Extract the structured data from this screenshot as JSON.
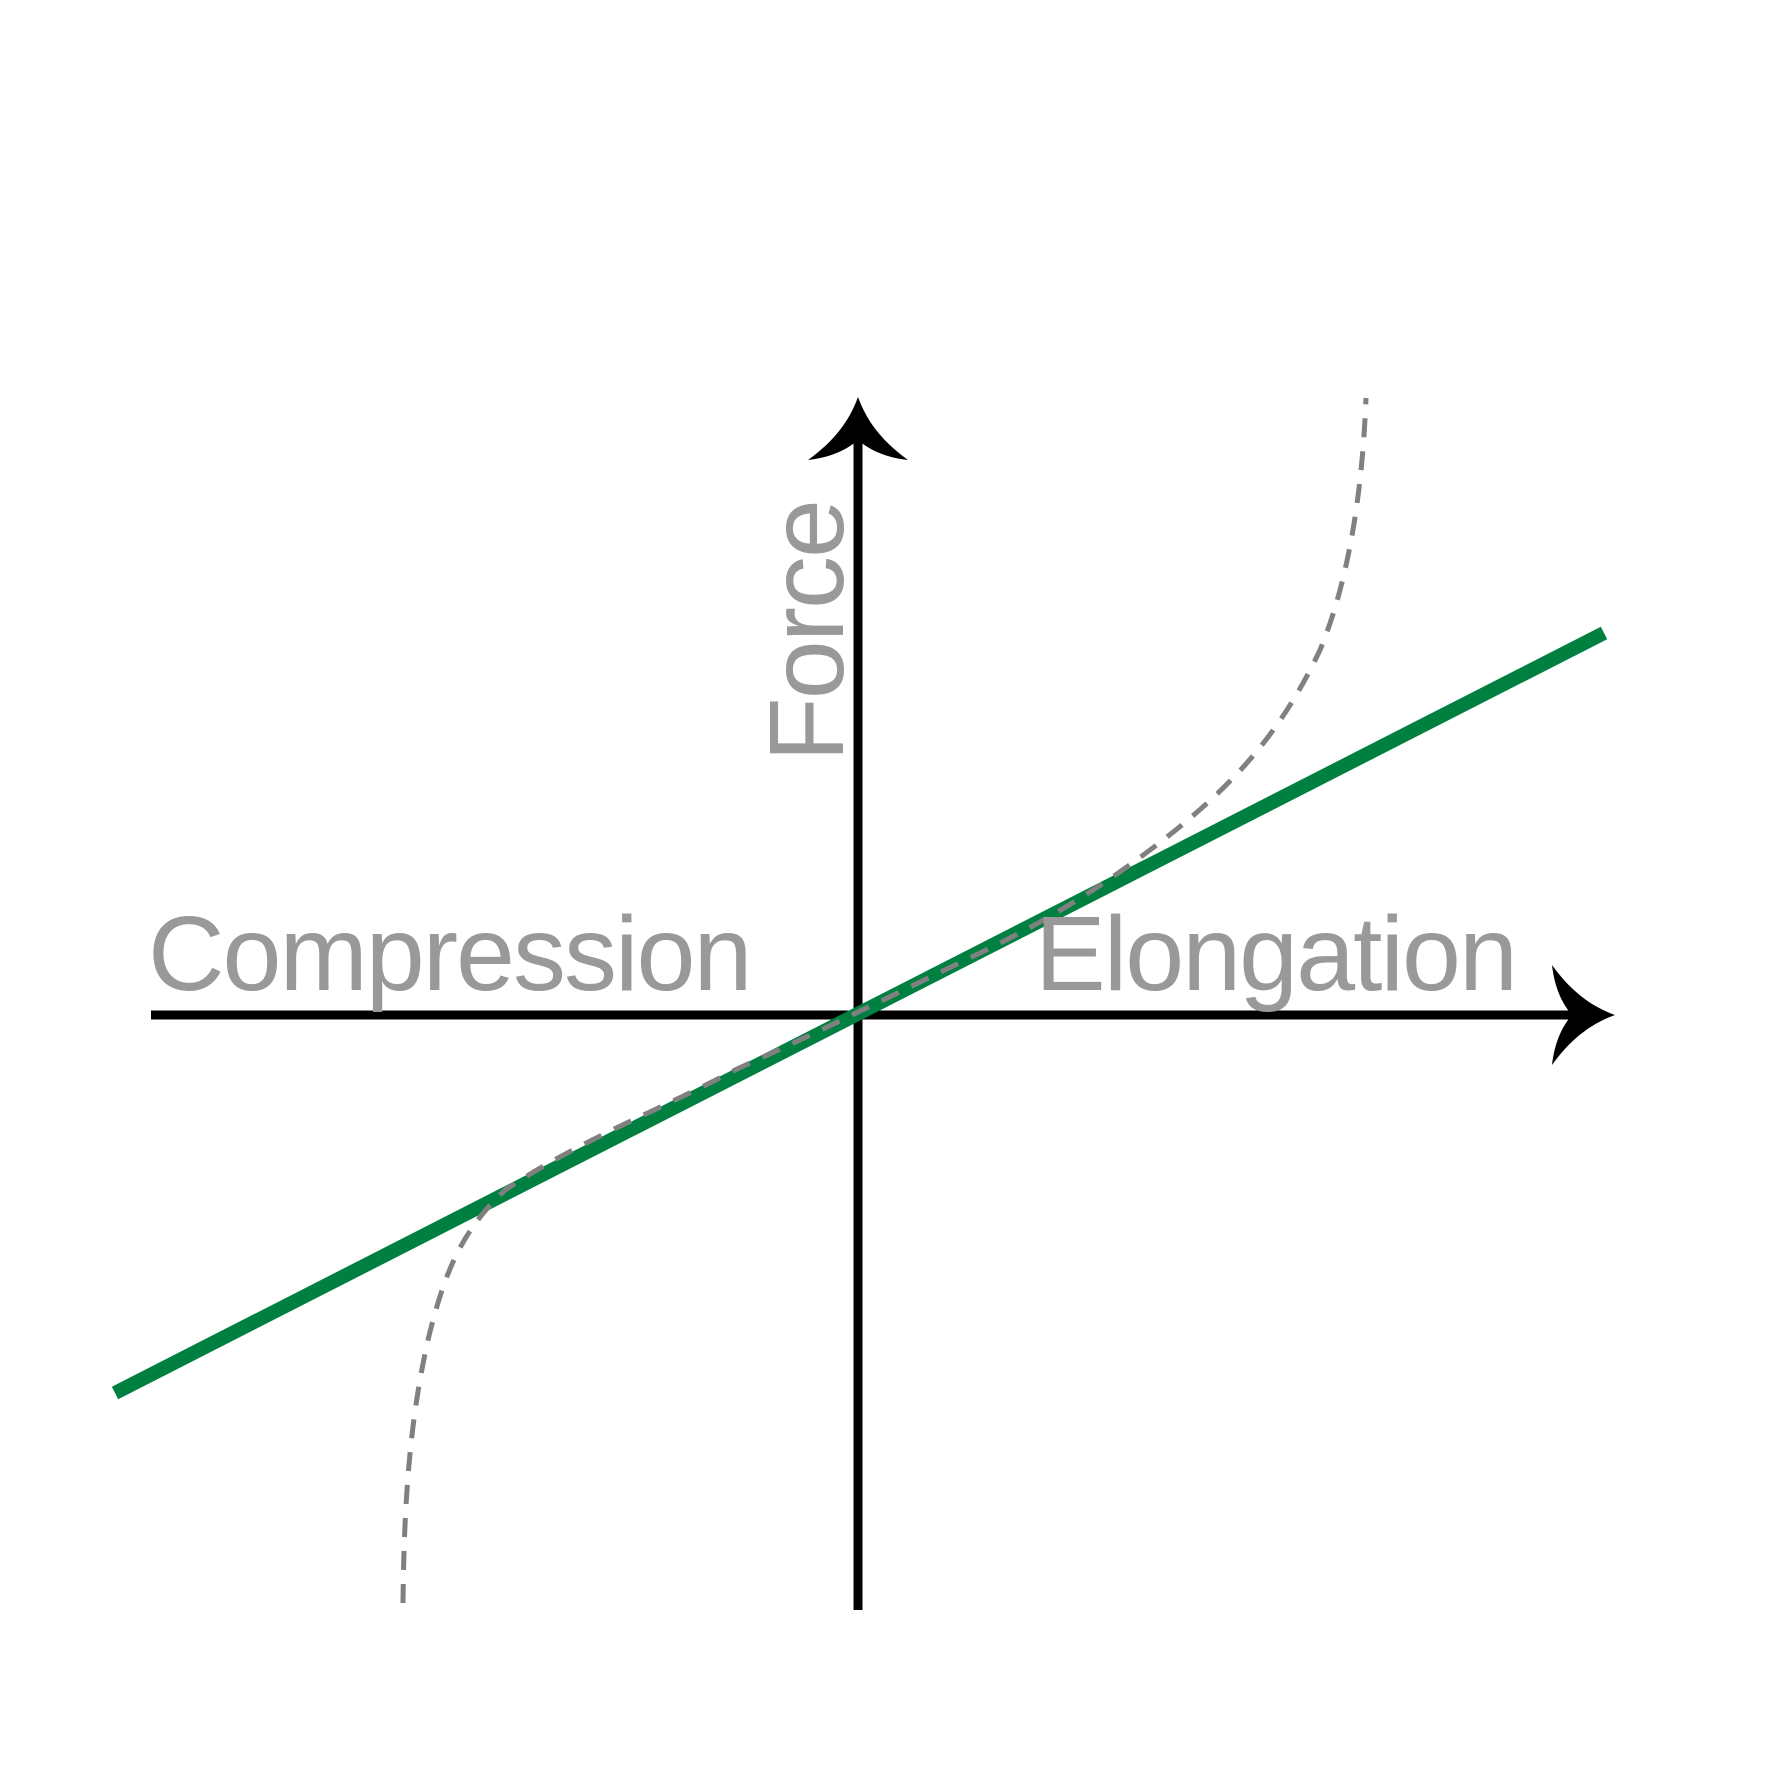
{
  "labels": {
    "negative_x": "Compression",
    "positive_x": "Elongation",
    "y_axis": "Force"
  },
  "colors": {
    "axes": "#000000",
    "linear_curve": "#008040",
    "nonlinear_curve": "#808080",
    "label_text": "#999999",
    "background": "#ffffff"
  },
  "curves": [
    {
      "id": "linear",
      "style": "solid",
      "relation": "force proportional to displacement"
    },
    {
      "id": "nonlinear",
      "style": "dashed",
      "relation": "force rises sharply toward both extremes"
    }
  ]
}
